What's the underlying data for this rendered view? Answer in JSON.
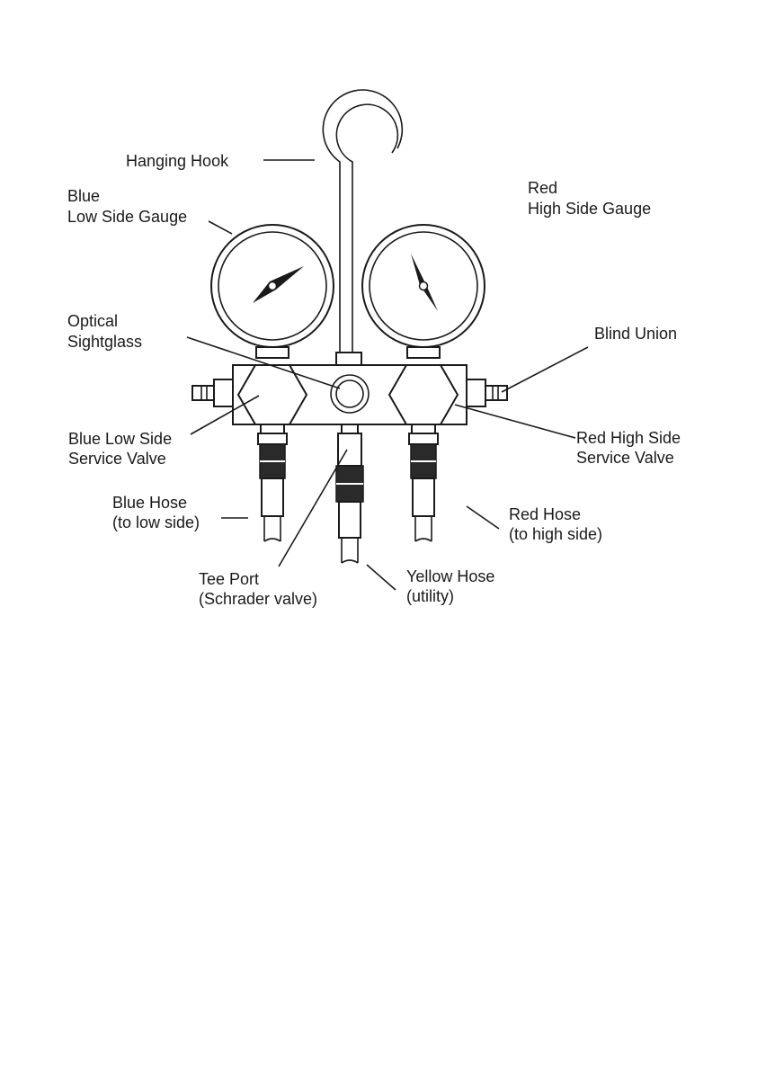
{
  "labels": {
    "hanging_hook": "Hanging Hook",
    "blue_gauge_l1": "Blue",
    "blue_gauge_l2": "Low Side Gauge",
    "red_gauge_l1": "Red",
    "red_gauge_l2": "High Side Gauge",
    "sightglass_l1": "Optical",
    "sightglass_l2": "Sightglass",
    "blind_union": "Blind Union",
    "blue_valve_l1": "Blue Low Side",
    "blue_valve_l2": "Service Valve",
    "red_valve_l1": "Red High Side",
    "red_valve_l2": "Service Valve",
    "blue_hose_l1": "Blue Hose",
    "blue_hose_l2": "(to low side)",
    "red_hose_l1": "Red Hose",
    "red_hose_l2": "(to high side)",
    "tee_port_l1": "Tee Port",
    "tee_port_l2": "(Schrader valve)",
    "yellow_hose_l1": "Yellow Hose",
    "yellow_hose_l2": "(utility)"
  },
  "colors": {
    "ink": "#1a1a1a",
    "background": "#ffffff"
  }
}
